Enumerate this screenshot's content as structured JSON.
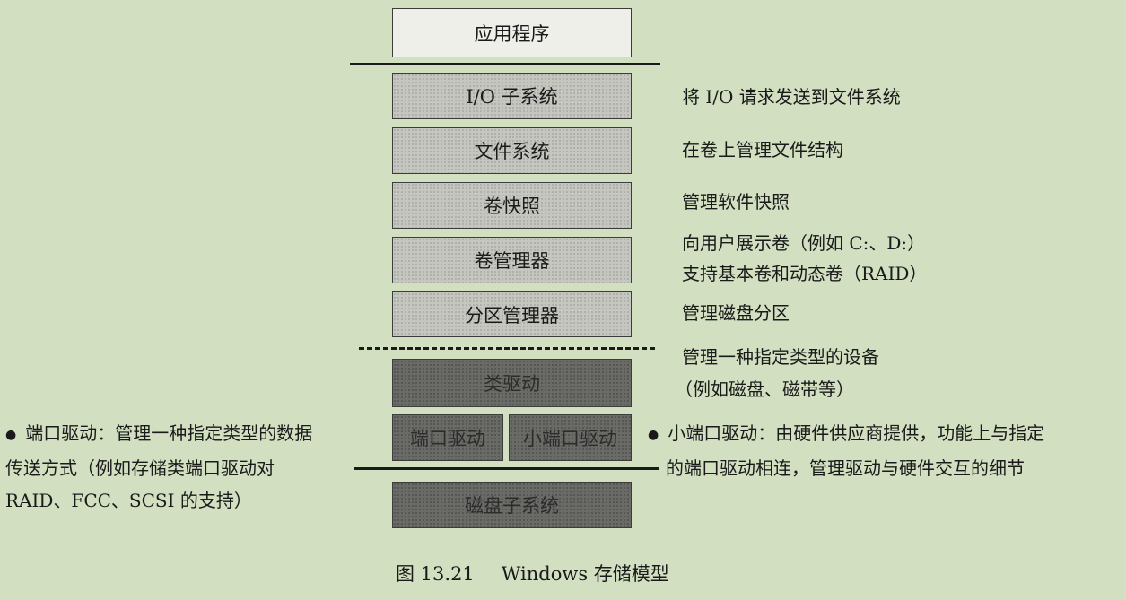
{
  "layers": {
    "app": "应用程序",
    "io": "I/O 子系统",
    "fs": "文件系统",
    "snapshot": "卷快照",
    "volmgr": "卷管理器",
    "partmgr": "分区管理器",
    "classdrv": "类驱动",
    "portdrv": "端口驱动",
    "miniport": "小端口驱动",
    "disk": "磁盘子系统"
  },
  "descriptions": {
    "io": "将 I/O 请求发送到文件系统",
    "fs": "在卷上管理文件结构",
    "snapshot": "管理软件快照",
    "volmgr_1": "向用户展示卷（例如 C:、D:）",
    "volmgr_2": "支持基本卷和动态卷（RAID）",
    "partmgr": "管理磁盘分区",
    "classdrv_1": "管理一种指定类型的设备",
    "classdrv_2": "（例如磁盘、磁带等）"
  },
  "notes": {
    "port_1": "端口驱动：管理一种指定类型的数据",
    "port_2": "传送方式（例如存储类端口驱动对",
    "port_3": "RAID、FCC、SCSI 的支持）",
    "miniport_1": "小端口驱动：由硬件供应商提供，功能上与指定",
    "miniport_2": "的端口驱动相连，管理驱动与硬件交互的细节"
  },
  "caption": {
    "number": "图 13.21",
    "title": "Windows 存储模型"
  },
  "colors": {
    "background": "#d2dfc1",
    "light_box": "#c6c6c0",
    "dark_box": "#6a6a66"
  }
}
